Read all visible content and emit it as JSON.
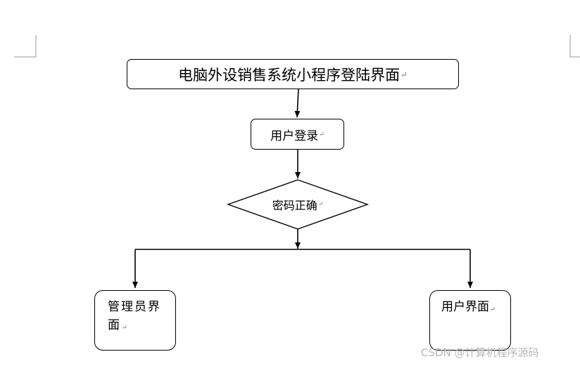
{
  "diagram": {
    "nodes": {
      "title": "电脑外设销售系统小程序登陆界面",
      "login": "用户登录",
      "decision": "密码正确",
      "admin": "管理员界面",
      "user": "用户界面"
    },
    "paragraph_mark": "↵",
    "edges": [
      {
        "from": "title",
        "to": "login"
      },
      {
        "from": "login",
        "to": "decision"
      },
      {
        "from": "decision",
        "to": "admin"
      },
      {
        "from": "decision",
        "to": "user"
      }
    ]
  },
  "watermark": "CSDN @计算机程序源码"
}
